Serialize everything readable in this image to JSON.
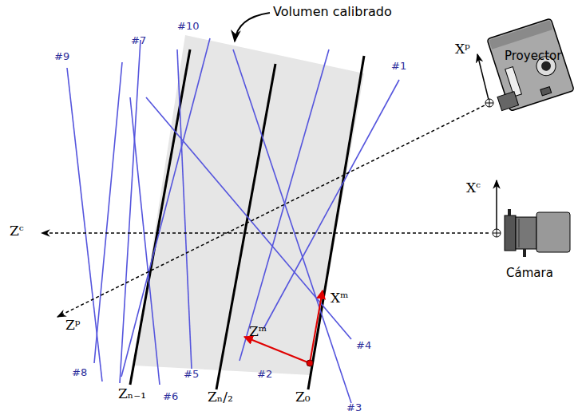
{
  "diagram": {
    "labels": [
      "Volumen calibrado",
      "#9",
      "#7",
      "#10",
      "#1",
      "Xᵖ",
      "Proyector",
      "Xᶜ",
      "Zᶜ",
      "Cámara",
      "Xᵐ",
      "Zᵖ",
      "Zᵐ",
      "#4",
      "#8",
      "Zₙ₋₁",
      "#6",
      "#5",
      "Zₙ/₂",
      "#2",
      "Z₀",
      "#3"
    ]
  }
}
